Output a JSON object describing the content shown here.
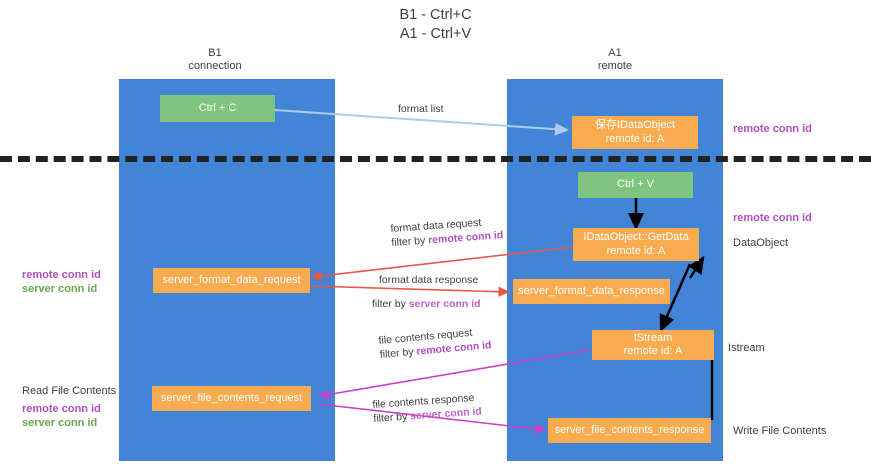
{
  "title": {
    "line1": "B1 - Ctrl+C",
    "line2": "A1 - Ctrl+V"
  },
  "columns": [
    {
      "name": "B1",
      "role": "connection"
    },
    {
      "name": "A1",
      "role": "remote"
    }
  ],
  "nodes": {
    "ctrl_c": "Ctrl + C",
    "ctrl_v": "Ctrl + V",
    "save_dataobject_l1": "保存IDataObject",
    "save_dataobject_l2": "remote id: A",
    "getdata_l1": "IDataObject::GetData",
    "getdata_l2": "remote id: A",
    "istream_l1": "IStream",
    "istream_l2": "remote id: A",
    "server_format_data_request": "server_format_data_request",
    "server_format_data_response": "server_format_data_response",
    "server_file_contents_request": "server_file_contents_request",
    "server_file_contents_response": "server_file_contents_response"
  },
  "edge_labels": {
    "format_list": "format list",
    "format_data_request": "format data request",
    "format_data_request_filter_prefix": "filter by ",
    "format_data_request_filter_key": "remote conn id",
    "format_data_response": "format data response",
    "format_data_response_filter_prefix": "filter by ",
    "format_data_response_filter_key": "server conn id",
    "file_contents_request": "file contents request",
    "file_contents_request_filter_prefix": "filter by ",
    "file_contents_request_filter_key": "remote conn id",
    "file_contents_response": "file contents response",
    "file_contents_response_filter_prefix": "filter by ",
    "file_contents_response_filter_key": "server conn id"
  },
  "annotations": {
    "right_remote_conn_id_top": "remote conn id",
    "right_remote_conn_id_mid": "remote conn id",
    "right_dataobject": "DataObject",
    "right_istream": "Istream",
    "right_write_file_contents": "Write File Contents",
    "left_remote_conn_id": "remote conn id",
    "left_server_conn_id": "server conn id",
    "left_read_file_contents": "Read File Contents",
    "left_remote_conn_id_2": "remote conn id",
    "left_server_conn_id_2": "server conn id"
  },
  "colors": {
    "lane": "#4285d6",
    "green_node": "#7fc47f",
    "orange_node": "#f9ab50",
    "remote_key": "#b04ec0",
    "server_key": "#6aa84f",
    "arrow_blue": "#a8cdf0",
    "arrow_red": "#e8564a",
    "arrow_black": "#000000",
    "arrow_magenta": "#c840c8",
    "dashed_rule": "#222222",
    "text": "#3c4043"
  }
}
